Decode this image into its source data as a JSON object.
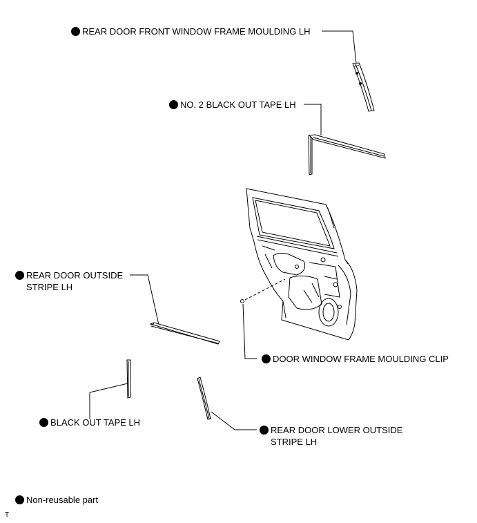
{
  "labels": {
    "front_frame_moulding": "REAR DOOR FRONT WINDOW FRAME MOULDING LH",
    "no2_black_out_tape": "NO. 2 BLACK OUT TAPE LH",
    "outside_stripe_1": "REAR DOOR OUTSIDE",
    "outside_stripe_2": "STRIPE LH",
    "frame_moulding_clip": "DOOR WINDOW FRAME MOULDING CLIP",
    "black_out_tape": "BLACK OUT TAPE LH",
    "lower_stripe_1": "REAR DOOR LOWER OUTSIDE",
    "lower_stripe_2": "STRIPE LH"
  },
  "legend": {
    "text": "Non-reusable part",
    "symbol": "black-dot-icon"
  },
  "corner_code": "T",
  "colors": {
    "ink": "#000000",
    "background": "#ffffff"
  }
}
